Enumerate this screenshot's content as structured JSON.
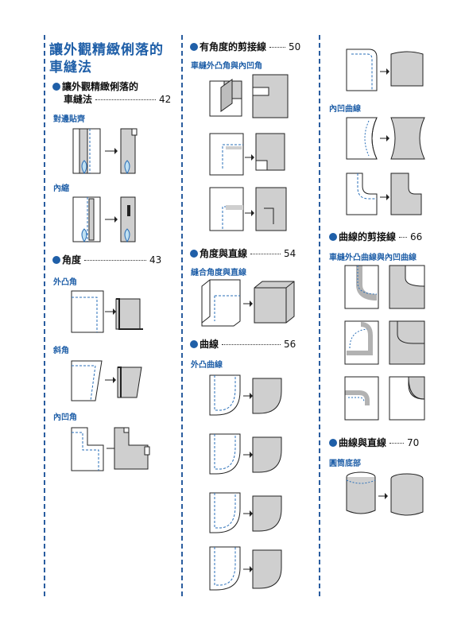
{
  "main_title": "讓外觀精緻俐落的車縫法",
  "columns": [
    {
      "sections": [
        {
          "title_line1": "讓外觀精緻俐落的",
          "title_line2": "車縫法",
          "page": "42"
        },
        {
          "title": "角度",
          "page": "43"
        }
      ],
      "subs": [
        "對邊貼齊",
        "內縮",
        "外凸角",
        "斜角",
        "內凹角"
      ]
    },
    {
      "sections": [
        {
          "title": "有角度的剪接線",
          "page": "50"
        },
        {
          "title": "角度與直線",
          "page": "54"
        },
        {
          "title": "曲線",
          "page": "56"
        }
      ],
      "subs": [
        "車縫外凸角與內凹角",
        "縫合角度與直線",
        "外凸曲線"
      ]
    },
    {
      "sections": [
        {
          "title": "曲線的剪接線",
          "page": "66"
        },
        {
          "title": "曲線與直線",
          "page": "70"
        }
      ],
      "subs": [
        "內凹曲線",
        "車縫外凸曲線與內凹曲線",
        "圓筒底部"
      ]
    }
  ],
  "colors": {
    "accent": "#1f5fa8",
    "fill_gray": "#cfcfcf",
    "dashed_blue": "#2a6fb8"
  }
}
